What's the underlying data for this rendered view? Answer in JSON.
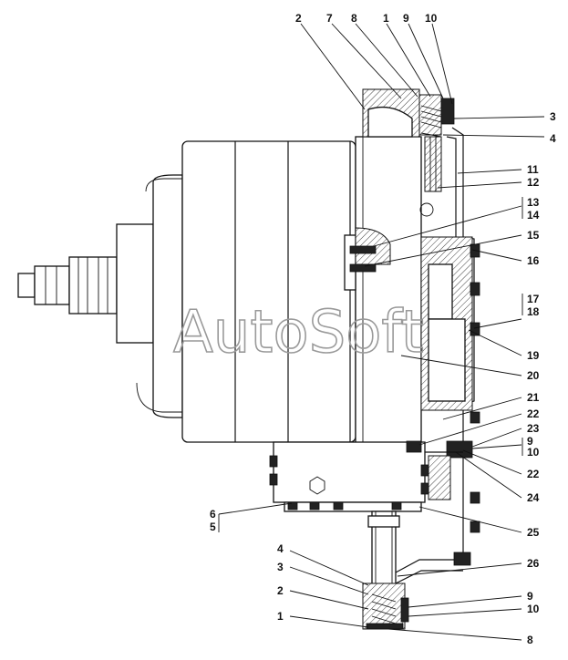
{
  "watermark": "AutoSoft",
  "callouts": {
    "top": [
      "2",
      "7",
      "8",
      "1",
      "9",
      "10"
    ],
    "right": [
      "3",
      "4",
      "11",
      "12",
      "13",
      "14",
      "15",
      "16",
      "17",
      "18",
      "19",
      "20",
      "21",
      "22",
      "23",
      "9",
      "10",
      "22",
      "24",
      "25",
      "26",
      "9",
      "10",
      "8"
    ],
    "left": [
      "6",
      "5",
      "4",
      "3",
      "2",
      "1"
    ]
  }
}
